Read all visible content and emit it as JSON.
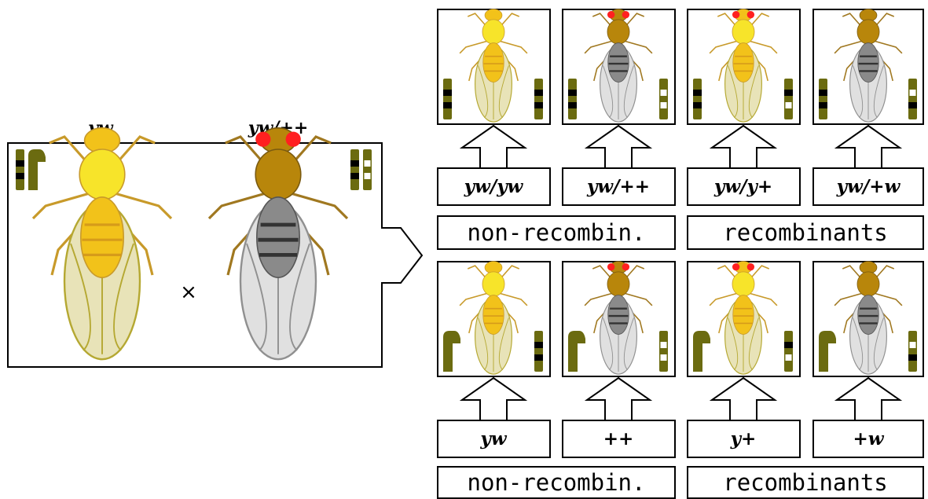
{
  "parents": {
    "female_label": "yw",
    "male_label": "yw/++",
    "cross_symbol": "×"
  },
  "males_row": {
    "genotypes": [
      "yw/yw",
      "yw/++",
      "yw/y+",
      "yw/+w"
    ],
    "class_left": "non-recombin.",
    "class_right": "recombinants"
  },
  "females_row": {
    "genotypes": [
      "yw",
      "++",
      "y+",
      "+w"
    ],
    "class_left": "non-recombin.",
    "class_right": "recombinants"
  },
  "colors": {
    "yellow_body": "#f2c21a",
    "wild_body": "#b8860b",
    "red_eye": "#ff2020",
    "wing_grey": "#bdbdbd",
    "chromosome_olive": "#6b6b10"
  }
}
